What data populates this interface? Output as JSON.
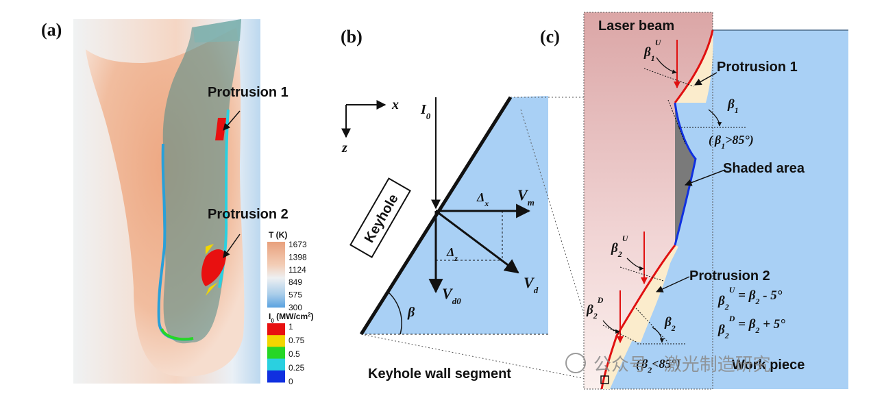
{
  "panel_a": {
    "label": "(a)",
    "protrusion1": "Protrusion 1",
    "protrusion2": "Protrusion 2",
    "temp_legend": {
      "title": "T (K)",
      "ticks": [
        "1673",
        "1398",
        "1124",
        "849",
        "575",
        "300"
      ]
    },
    "intensity_legend": {
      "title": "I",
      "title_sub": "0",
      "title_unit": " (MW/cm",
      "title_sup": "2",
      "title_end": ")",
      "ticks": [
        "1",
        "0.75",
        "0.5",
        "0.25",
        "0"
      ],
      "colors": [
        "#e81010",
        "#f2d600",
        "#26d626",
        "#2ad0e0",
        "#1030e0"
      ]
    }
  },
  "panel_b": {
    "label": "(b)",
    "axis_x": "x",
    "axis_z": "z",
    "I0": "I",
    "I0_sub": "0",
    "keyhole": "Keyhole",
    "dx": "Δ",
    "dx_sub": "x",
    "dz": "Δ",
    "dz_sub": "z",
    "Vm": "V",
    "Vm_sub": "m",
    "Vd": "V",
    "Vd_sub": "d",
    "Vd0": "V",
    "Vd0_sub": "d0",
    "beta": "β",
    "segment_caption": "Keyhole wall segment"
  },
  "panel_c": {
    "label": "(c)",
    "laser_beam": "Laser beam",
    "protrusion1": "Protrusion 1",
    "protrusion2": "Protrusion 2",
    "shaded_area": "Shaded area",
    "work_piece": "Work piece",
    "beta1U": "β",
    "beta1U_sub": "1",
    "beta1U_sup": "U",
    "beta1": "β",
    "beta1_sub": "1",
    "beta1_cond": "(",
    "beta1_cond_mid": "β",
    "beta1_cond_sub": "1",
    "beta1_cond_end": ">85°)",
    "beta2U": "β",
    "beta2U_sub": "2",
    "beta2U_sup": "U",
    "beta2D": "β",
    "beta2D_sub": "2",
    "beta2D_sup": "D",
    "beta2": "β",
    "beta2_sub": "2",
    "eq1_lhs": "β",
    "eq1_sub": "2",
    "eq1_sup": "U",
    "eq1_rhs": " = β",
    "eq1_rhs_sub": "2",
    "eq1_tail": " - 5°",
    "eq2_lhs": "β",
    "eq2_sub": "2",
    "eq2_sup": "D",
    "eq2_rhs": " = β",
    "eq2_rhs_sub": "2",
    "eq2_tail": " + 5°",
    "beta2_cond": "(",
    "beta2_cond_mid": "β",
    "beta2_cond_sub": "2",
    "beta2_cond_end": "<85°)"
  },
  "watermark": "公众号 · 激光制造研究"
}
